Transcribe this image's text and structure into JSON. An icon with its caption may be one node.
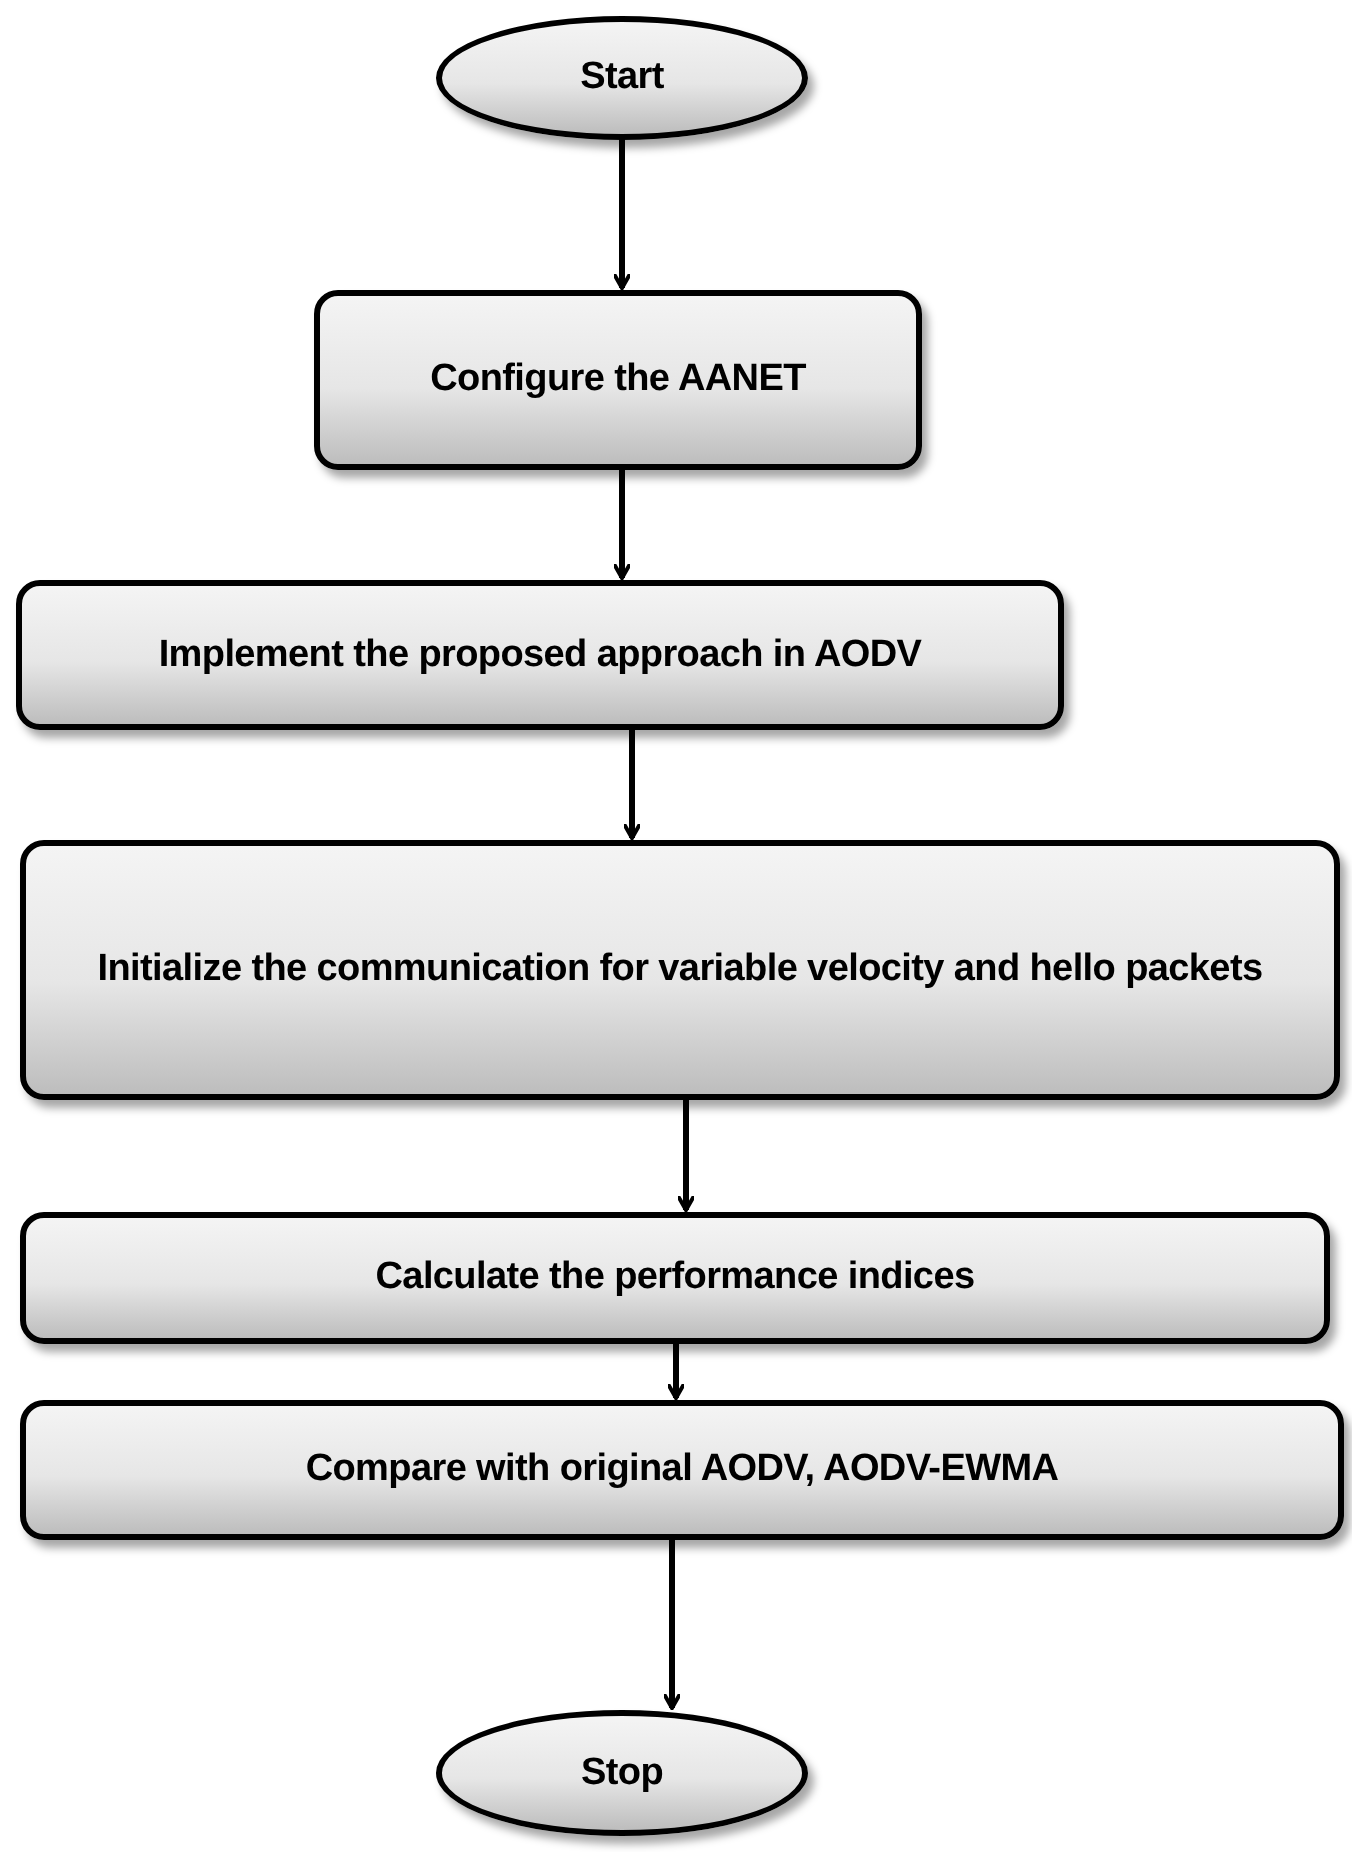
{
  "diagram": {
    "nodes": [
      {
        "text": [
          "Start"
        ]
      },
      {
        "text": [
          "Configure the AANET"
        ]
      },
      {
        "text": [
          "Implement  the proposed approach in AODV"
        ]
      },
      {
        "text": [
          "Initialize the communication for variable velocity and hello packets"
        ]
      },
      {
        "text": [
          "Calculate the performance indices"
        ]
      },
      {
        "text": [
          "Compare with original AODV, AODV-EWMA"
        ]
      },
      {
        "text": [
          "Stop"
        ]
      }
    ],
    "edges": [
      {
        "from": 0,
        "to": 1,
        "arrow": "to"
      },
      {
        "from": 1,
        "to": 2,
        "arrow": "to"
      },
      {
        "from": 2,
        "to": 3,
        "arrow": "to"
      },
      {
        "from": 3,
        "to": 4,
        "arrow": "to"
      },
      {
        "from": 4,
        "to": 5,
        "arrow": "to"
      },
      {
        "from": 5,
        "to": 6,
        "arrow": "to"
      }
    ]
  }
}
